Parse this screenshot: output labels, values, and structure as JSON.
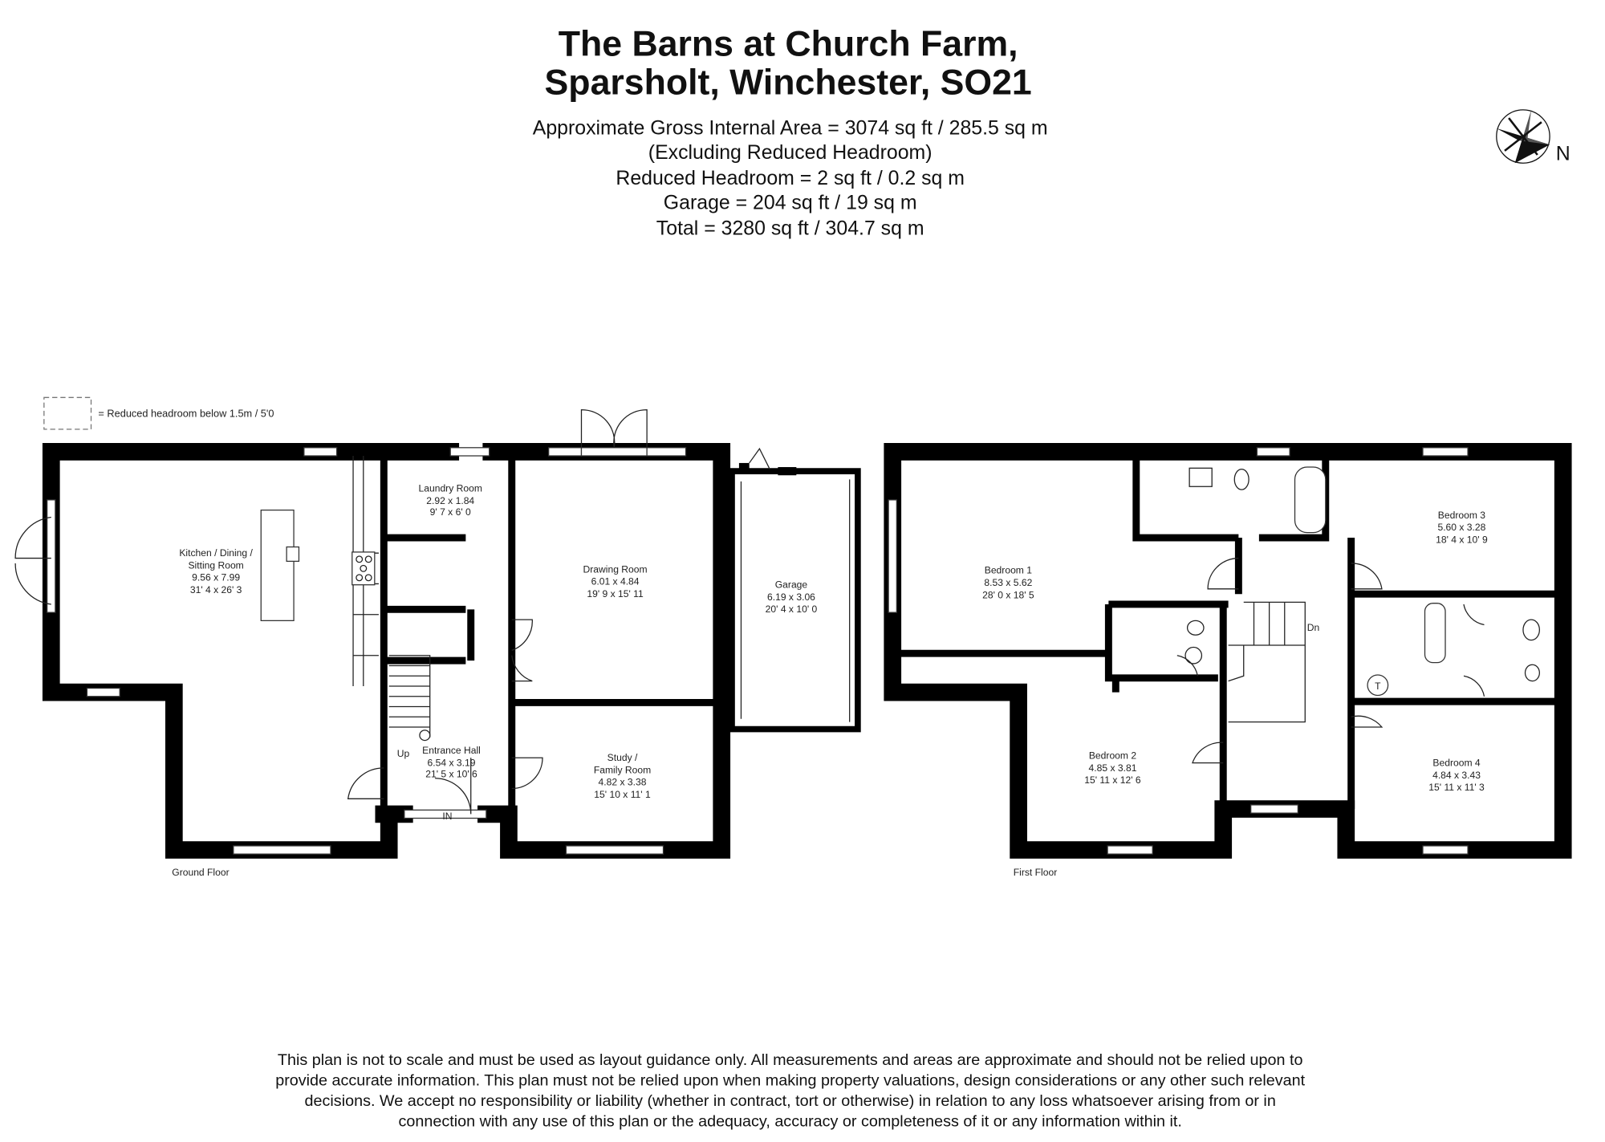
{
  "header": {
    "title_line1": "The Barns at Church Farm,",
    "title_line2": "Sparsholt, Winchester, SO21",
    "areas": [
      "Approximate Gross Internal Area = 3074 sq ft / 285.5 sq m",
      "(Excluding Reduced Headroom)",
      "Reduced Headroom = 2 sq ft / 0.2 sq m",
      "Garage = 204 sq ft / 19 sq m",
      "Total = 3280 sq ft / 304.7 sq m"
    ]
  },
  "compass": {
    "label": "N",
    "icon": "compass-rose-icon"
  },
  "legend": {
    "text": "= Reduced headroom below 1.5m / 5'0"
  },
  "ground_floor": {
    "label": "Ground Floor",
    "rooms": {
      "kitchen": [
        "Kitchen / Dining /",
        "Sitting Room",
        "9.56 x 7.99",
        "31' 4 x 26' 3"
      ],
      "laundry": [
        "Laundry Room",
        "2.92 x 1.84",
        "9' 7 x 6' 0"
      ],
      "drawing": [
        "Drawing Room",
        "6.01 x 4.84",
        "19' 9 x 15' 11"
      ],
      "garage": [
        "Garage",
        "6.19 x 3.06",
        "20' 4 x 10' 0"
      ],
      "entrance": [
        "Entrance Hall",
        "6.54 x 3.19",
        "21' 5 x 10' 6"
      ],
      "study": [
        "Study /",
        "Family Room",
        "4.82 x 3.38",
        "15' 10 x 11' 1"
      ]
    },
    "stairs_label": "Up",
    "entrance_label": "IN"
  },
  "first_floor": {
    "label": "First Floor",
    "rooms": {
      "bedroom1": [
        "Bedroom 1",
        "8.53 x 5.62",
        "28' 0 x 18' 5"
      ],
      "bedroom2": [
        "Bedroom 2",
        "4.85 x 3.81",
        "15' 11 x 12' 6"
      ],
      "bedroom3": [
        "Bedroom 3",
        "5.60 x 3.28",
        "18' 4 x 10' 9"
      ],
      "bedroom4": [
        "Bedroom 4",
        "4.84 x 3.43",
        "15' 11 x 11' 3"
      ]
    },
    "stairs_label": "Dn",
    "tank_label": "T"
  },
  "disclaimer": [
    "This plan is not to scale and must be used as layout guidance only. All measurements and areas are approximate and should not be relied upon to",
    "provide accurate information. This plan must not be relied upon when making property valuations, design considerations or any other such relevant",
    "decisions. We accept no responsibility or liability (whether in contract, tort or otherwise) in relation to any loss whatsoever arising from or in",
    "connection with any use of this plan or the adequacy, accuracy or completeness of it or any information within it."
  ]
}
